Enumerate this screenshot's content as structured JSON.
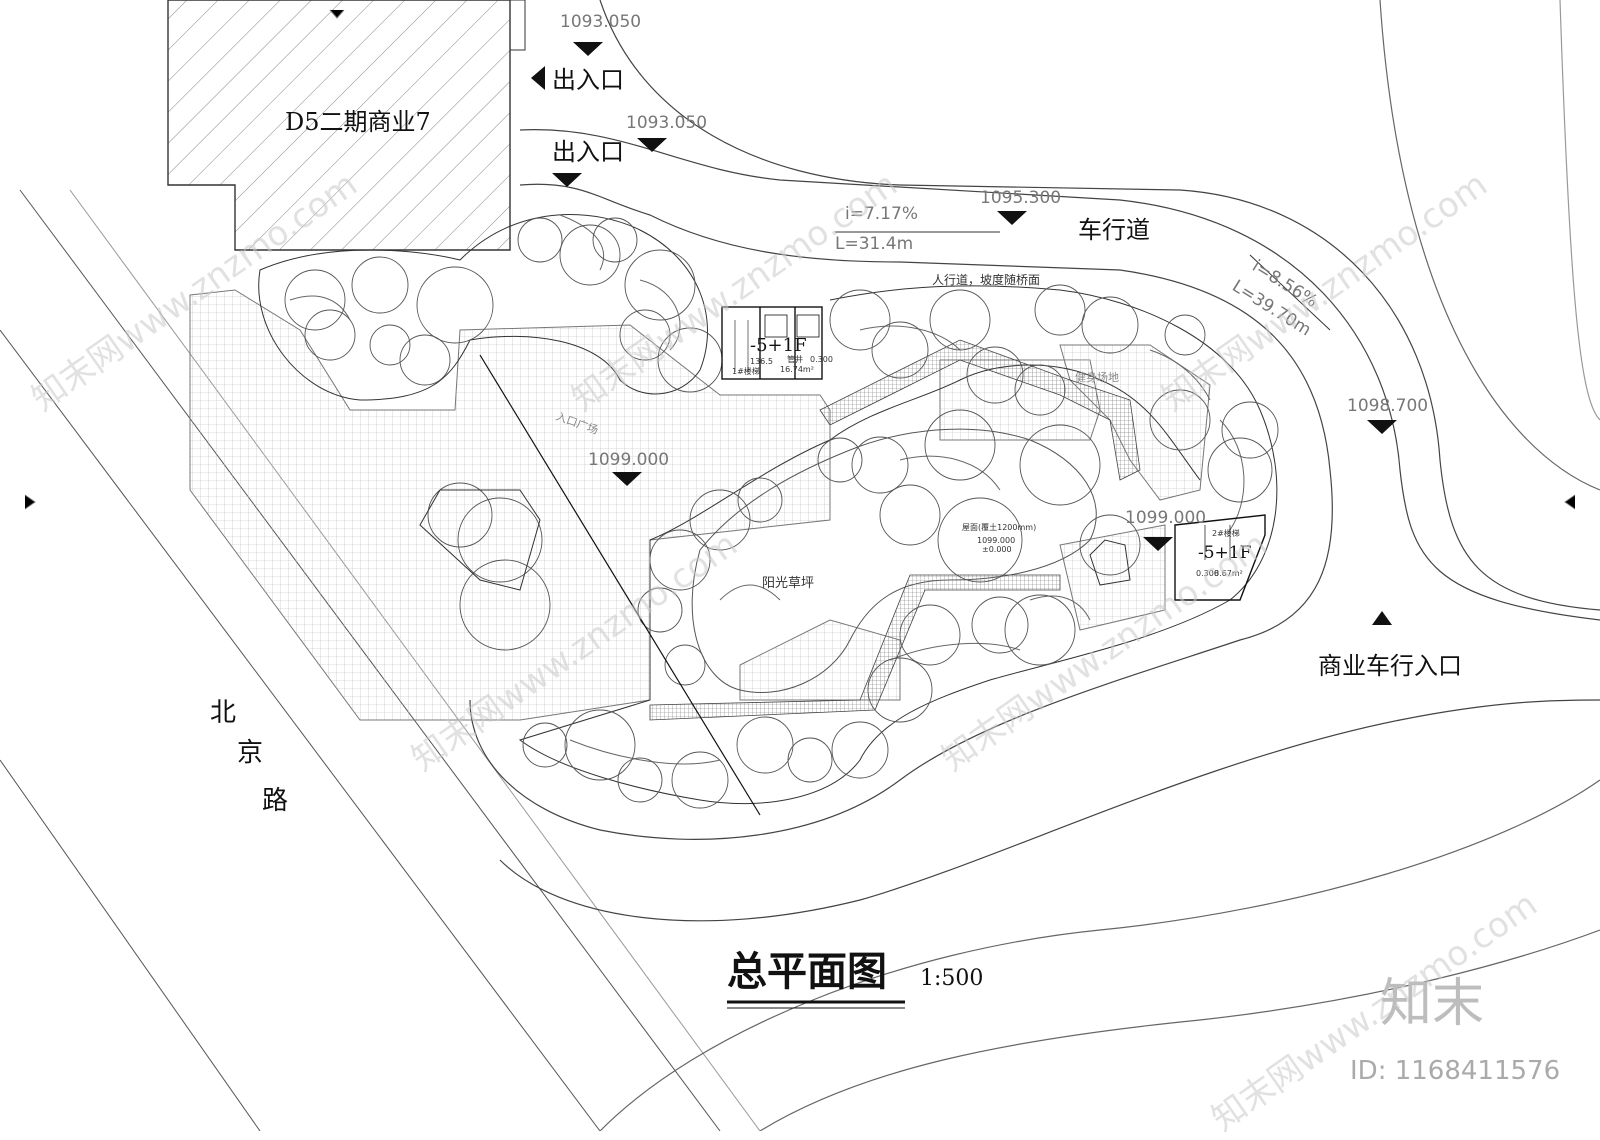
{
  "plan": {
    "title": "总平面图",
    "scale": "1:500",
    "road_name_chars": [
      "北",
      "京",
      "路"
    ],
    "building": {
      "label": "D5二期商业7"
    },
    "entrances": {
      "exit_entry": "出入口",
      "commercial_vehicle_entry": "商业车行入口"
    },
    "roads": {
      "carriageway": "车行道",
      "sidewalk": "人行道，坡度随桥面",
      "slope_1": {
        "grade": "i=7.17%",
        "length": "L=31.4m"
      },
      "slope_2": {
        "grade": "i=8.56%",
        "length": "L=39.70m"
      }
    },
    "elevations": {
      "e1": "1093.050",
      "e2": "1093.050",
      "e3": "1095.300",
      "e4": "1098.700",
      "e5": "1099.000",
      "e6": "1099.000"
    },
    "areas": {
      "entrance_plaza": "入口广场",
      "sunlight_lawn": "阳光草坪",
      "fitness_area": "健身场地",
      "roof": "屋面(覆土1200mm)",
      "roof_elev": "1099.000",
      "roof_zero": "±0.000"
    },
    "stair_core_1": {
      "floors": "-5+1F",
      "code": "1#楼梯",
      "area": "16.74m²",
      "elev": "0.300",
      "room": "管井",
      "dim": "136.5"
    },
    "stair_core_2": {
      "floors": "-5+1F",
      "code": "2#楼梯",
      "elev": "0.300",
      "area": "8.67m²"
    }
  },
  "watermark": {
    "text": "知末网www.znzmo.com",
    "logo": "知末",
    "id": "ID: 1168411576"
  },
  "colors": {
    "line": "#333333",
    "grey": "#9a9a9a",
    "hatch": "#8a8a8a",
    "marker": "#111111"
  }
}
